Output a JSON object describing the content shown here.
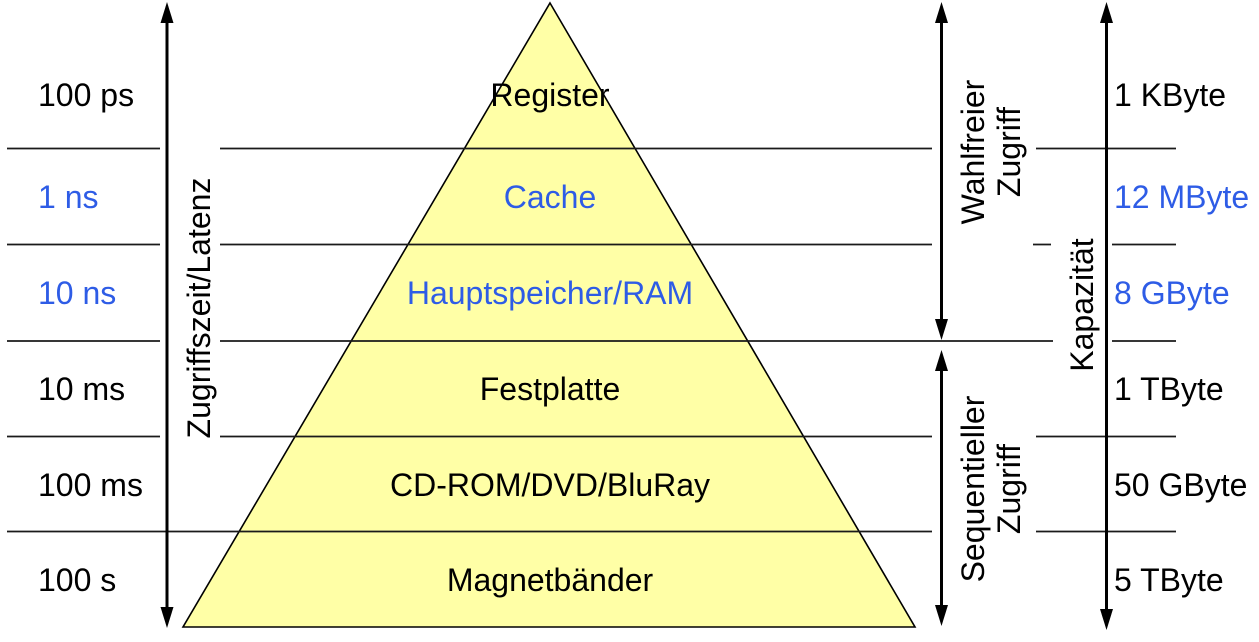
{
  "colors": {
    "ink": "#000000",
    "accent-blue": "#2e5ce6",
    "pyramid-fill": "#ffffa6"
  },
  "axis_labels": {
    "left_axis": "Zugriffszeit/Latenz",
    "right_axis": "Kapazität",
    "random_access": "Wahlfreier Zugriff",
    "sequential_access": "Sequentieller Zugriff"
  },
  "rows": [
    {
      "level": "Register",
      "access_time": "100 ps",
      "capacity": "1 KByte",
      "color": "#000000"
    },
    {
      "level": "Cache",
      "access_time": "1 ns",
      "capacity": "12 MByte",
      "color": "#2e5ce6"
    },
    {
      "level": "Hauptspeicher/RAM",
      "access_time": "10 ns",
      "capacity": "8 GByte",
      "color": "#2e5ce6"
    },
    {
      "level": "Festplatte",
      "access_time": "10 ms",
      "capacity": "1 TByte",
      "color": "#000000"
    },
    {
      "level": "CD-ROM/DVD/BluRay",
      "access_time": "100 ms",
      "capacity": "50 GByte",
      "color": "#000000"
    },
    {
      "level": "Magnetbänder",
      "access_time": "100 s",
      "capacity": "5 TByte",
      "color": "#000000"
    }
  ]
}
